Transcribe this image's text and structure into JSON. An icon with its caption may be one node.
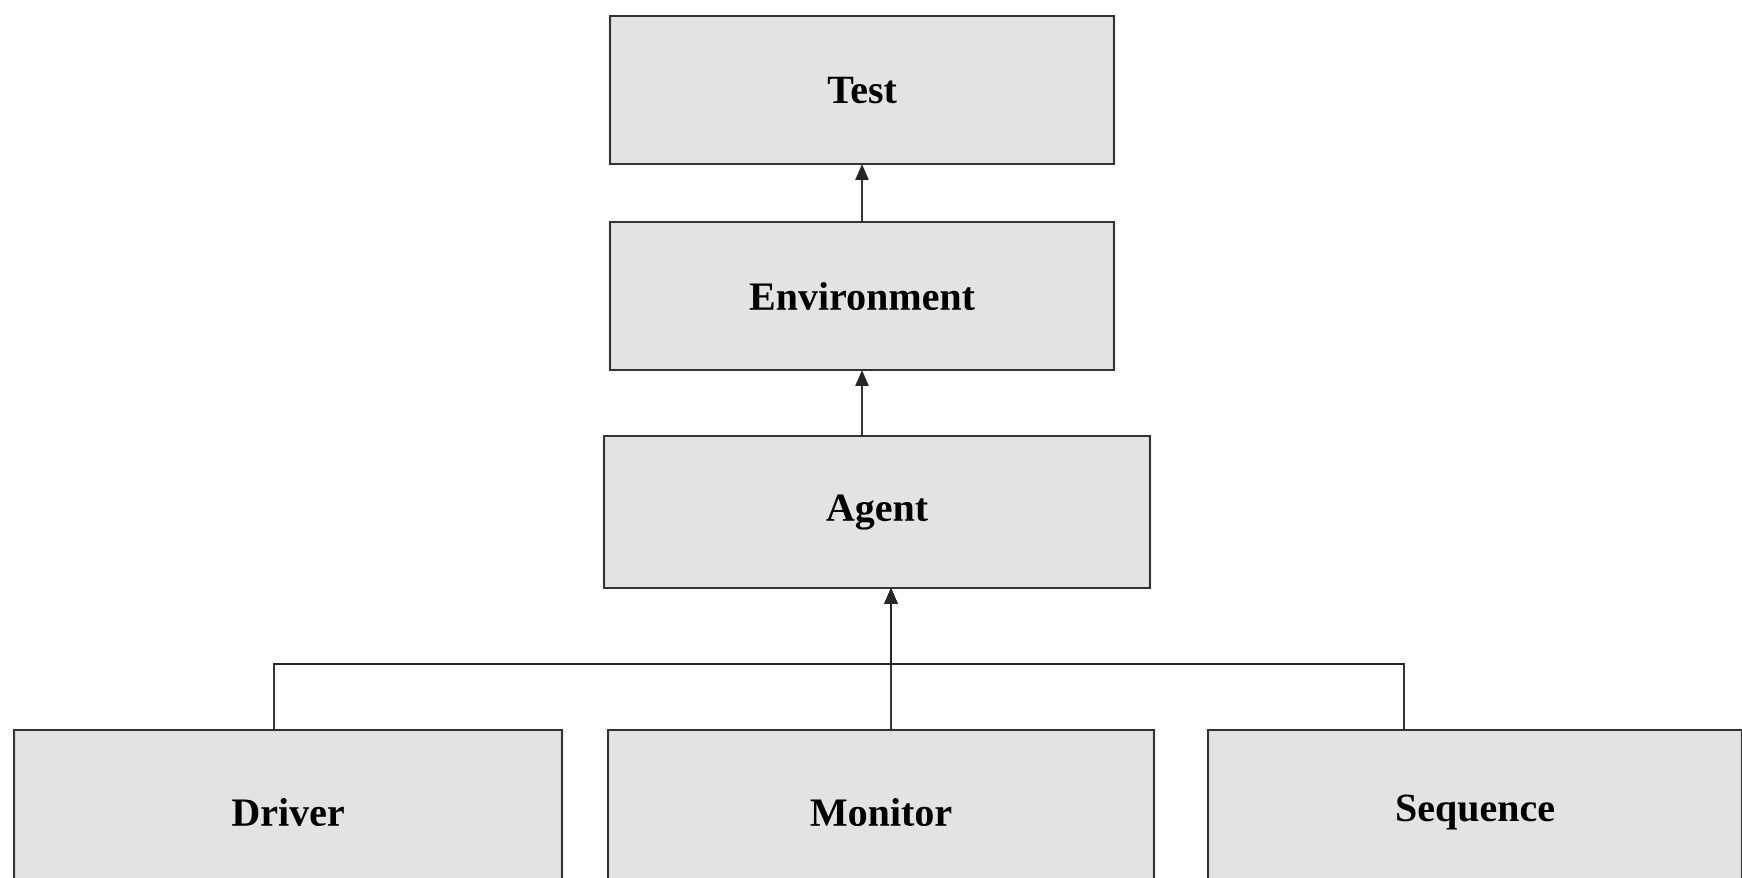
{
  "diagram": {
    "nodes": [
      {
        "text": [
          "Test"
        ]
      },
      {
        "text": [
          "Environment"
        ]
      },
      {
        "text": [
          "Agent"
        ]
      },
      {
        "text": [
          "Driver"
        ]
      },
      {
        "text": [
          "Monitor"
        ]
      },
      {
        "text": [
          "Sequence"
        ]
      }
    ],
    "edges": [
      {
        "from": 1,
        "to": 0,
        "arrow": "to"
      },
      {
        "from": 2,
        "to": 1,
        "arrow": "to"
      },
      {
        "from": 3,
        "to": 2,
        "arrow": "to"
      },
      {
        "from": 4,
        "to": 2,
        "arrow": "to"
      },
      {
        "from": 5,
        "to": 2,
        "arrow": "to"
      }
    ]
  }
}
